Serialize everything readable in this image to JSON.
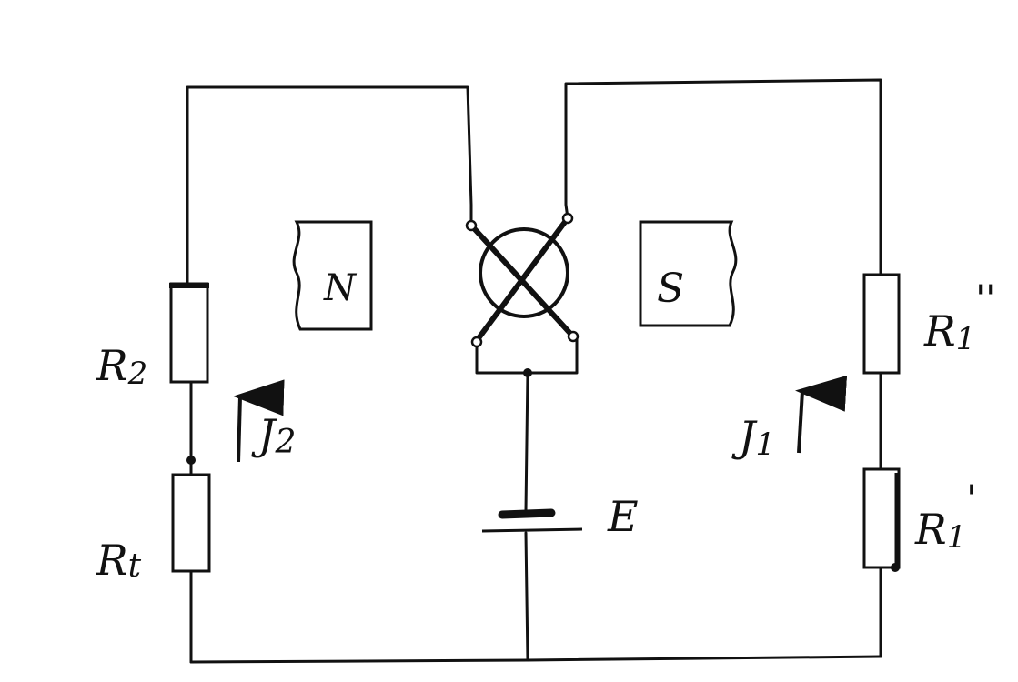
{
  "magnets": {
    "north": "N",
    "south": "S"
  },
  "resistors": {
    "r2": {
      "letter": "R",
      "sub": "2"
    },
    "rt": {
      "letter": "R",
      "sub": "t"
    },
    "r1_upper": {
      "letter": "R",
      "sub": "1",
      "prime": "''"
    },
    "r1_lower": {
      "letter": "R",
      "sub": "1",
      "prime": "'"
    }
  },
  "currents": {
    "i2": {
      "letter": "J",
      "sub": "2"
    },
    "i1": {
      "letter": "J",
      "sub": "1"
    }
  },
  "source": {
    "label": "E"
  },
  "colors": {
    "ink": "#111111",
    "paper": "#ffffff"
  }
}
